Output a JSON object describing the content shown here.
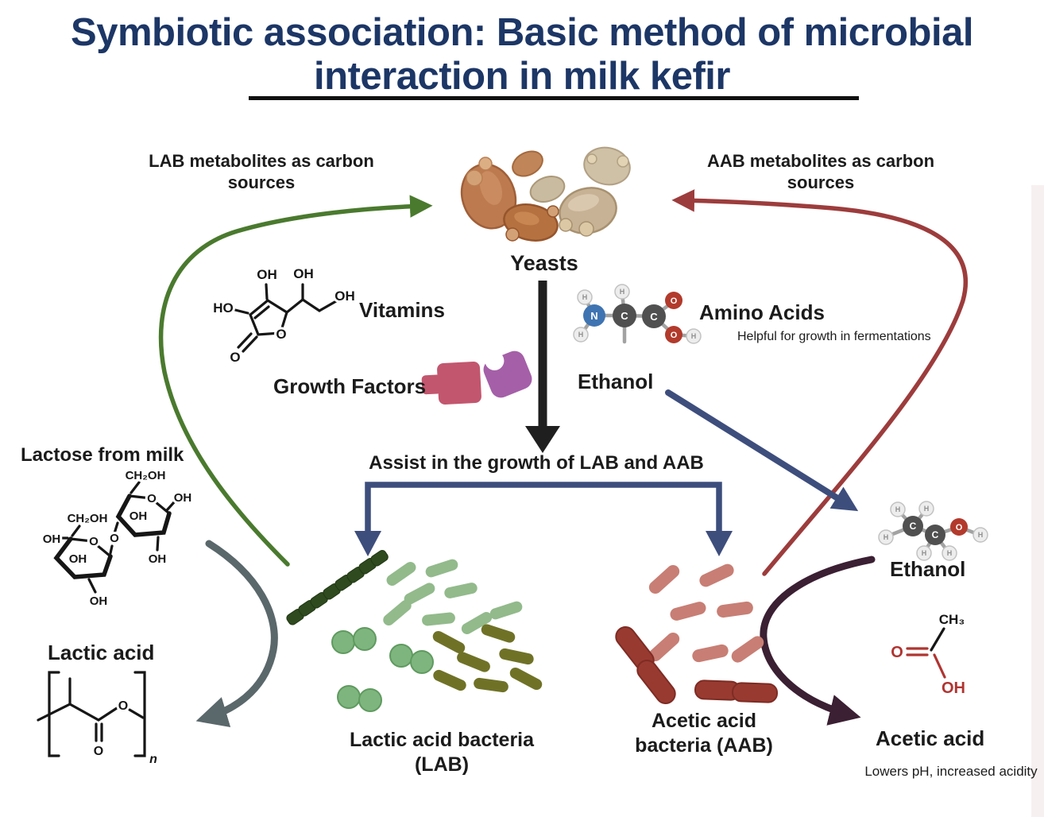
{
  "title": {
    "line1": "Symbiotic association: Basic method of microbial",
    "line2": "interaction in milk kefir"
  },
  "annotations": {
    "lab_metabolites": "LAB metabolites as carbon sources",
    "aab_metabolites": "AAB metabolites as carbon sources",
    "yeasts": "Yeasts",
    "vitamins": "Vitamins",
    "amino_acids": "Amino Acids",
    "amino_acids_note": "Helpful for growth in fermentations",
    "growth_factors": "Growth Factors",
    "ethanol_center": "Ethanol",
    "assist": "Assist in the growth of LAB and AAB",
    "lactose": "Lactose from milk",
    "lactic_acid": "Lactic acid",
    "lab_bacteria": "Lactic acid bacteria (LAB)",
    "aab_bacteria": "Acetic acid bacteria (AAB)",
    "ethanol_right": "Ethanol",
    "acetic_acid": "Acetic acid",
    "acetic_note": "Lowers pH, increased acidity"
  },
  "colors": {
    "title_navy": "#1c3666",
    "arrow_green": "#4a7a2e",
    "arrow_red": "#9d3c3c",
    "arrow_navy": "#3d4e7d",
    "arrow_black": "#1f1f1f",
    "arrow_gray": "#5a676b",
    "arrow_maroon": "#3b1f33"
  },
  "chem": {
    "vitamin_c": {
      "oh1": "OH",
      "oh2": "OH",
      "oh3": "OH",
      "ho": "HO",
      "o_ring": "O",
      "o_carbonyl": "O"
    },
    "lactose": {
      "ch2oh_a": "CH₂OH",
      "o_a": "O",
      "oh_a1": "OH",
      "oh_a2": "OH",
      "oh_a3": "OH",
      "ch2oh_b": "CH₂OH",
      "o_b": "O",
      "oh_b1": "OH",
      "oh_b2": "OH",
      "oh_b3": "OH",
      "o_bridge": "O"
    },
    "lactic": {
      "o1": "O",
      "o2": "O",
      "n": "n"
    },
    "acetic": {
      "ch3": "CH₃",
      "o": "O",
      "oh": "OH"
    },
    "amino": {
      "c": "C",
      "n": "N",
      "o": "O",
      "h": "H"
    },
    "ethanol_mol": {
      "c": "C",
      "o": "O",
      "h": "H"
    }
  }
}
